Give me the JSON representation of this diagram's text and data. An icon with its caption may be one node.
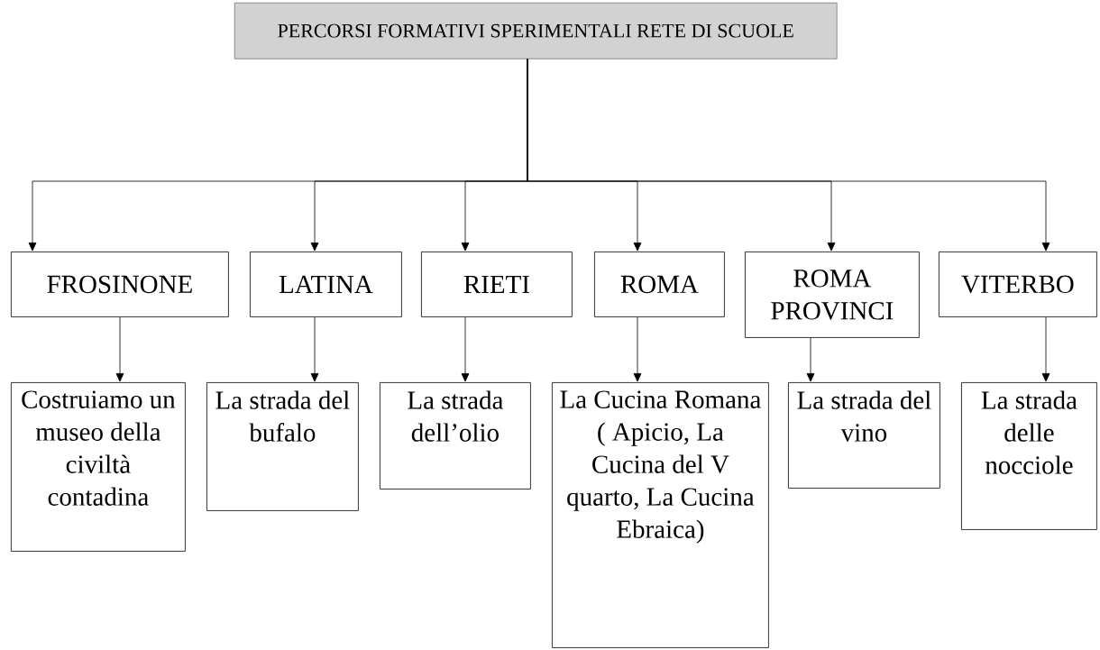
{
  "diagram": {
    "title": "PERCORSI FORMATIVI SPERIMENTALI RETE DI SCUOLE",
    "nodes": [
      {
        "text": [
          "FROSINONE"
        ]
      },
      {
        "text": [
          "LATINA"
        ]
      },
      {
        "text": [
          "RIETI"
        ]
      },
      {
        "text": [
          "ROMA"
        ]
      },
      {
        "text": [
          "ROMA PROVINCI"
        ]
      },
      {
        "text": [
          "VITERBO"
        ]
      },
      {
        "text": [
          "Costruiamo un museo della civiltà contadina"
        ]
      },
      {
        "text": [
          "La strada del bufalo"
        ]
      },
      {
        "text": [
          "La strada dell’olio"
        ]
      },
      {
        "text": [
          "La Cucina Romana ( Apicio, La Cucina del V quarto, La Cucina Ebraica)"
        ]
      },
      {
        "text": [
          "La strada del vino"
        ]
      },
      {
        "text": [
          "La strada delle nocciole"
        ]
      }
    ],
    "edges": [
      {
        "from": null,
        "to": 0,
        "arrow": "to"
      },
      {
        "from": null,
        "to": 1,
        "arrow": "to"
      },
      {
        "from": null,
        "to": 2,
        "arrow": "to"
      },
      {
        "from": null,
        "to": 3,
        "arrow": "to"
      },
      {
        "from": null,
        "to": 4,
        "arrow": "to"
      },
      {
        "from": null,
        "to": 5,
        "arrow": "to"
      },
      {
        "from": 0,
        "to": 6,
        "arrow": "to"
      },
      {
        "from": 1,
        "to": 7,
        "arrow": "to"
      },
      {
        "from": 2,
        "to": 8,
        "arrow": "to"
      },
      {
        "from": 3,
        "to": 9,
        "arrow": "to"
      },
      {
        "from": 4,
        "to": 10,
        "arrow": "to"
      },
      {
        "from": 5,
        "to": 11,
        "arrow": "to"
      }
    ]
  }
}
